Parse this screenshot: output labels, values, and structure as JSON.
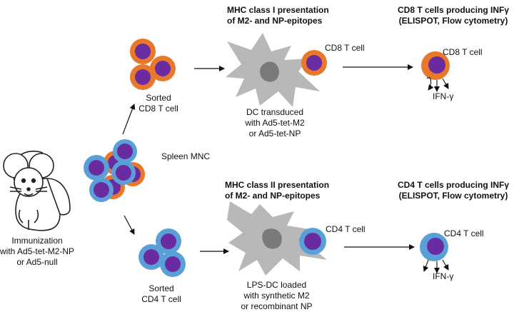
{
  "headers": {
    "mhc1": [
      "MHC class I presentation",
      "of M2- and NP-epitopes"
    ],
    "cd8_result": [
      "CD8 T cells producing INFγ",
      "(ELISPOT, Flow cytometry)"
    ],
    "mhc2": [
      "MHC class II presentation",
      "of M2- and NP-epitopes"
    ],
    "cd4_result": [
      "CD4 T cells producing INFγ",
      "(ELISPOT, Flow cytometry)"
    ]
  },
  "labels": {
    "sorted_cd8": [
      "Sorted",
      "CD8 T cell"
    ],
    "sorted_cd4": [
      "Sorted",
      "CD4 T cell"
    ],
    "spleen": "Spleen MNC",
    "immunization": [
      "Immunization",
      "with Ad5-tet-M2-NP",
      "or Ad5-null"
    ],
    "dc_cd8": "CD8 T cell",
    "dc_cd4": "CD4 T cell",
    "dc_transduced": [
      "DC transduced",
      "with Ad5-tet-M2",
      "or Ad5-tet-NP"
    ],
    "lps_dc": [
      "LPS-DC loaded",
      "with synthetic M2",
      "or recombinant NP"
    ],
    "result_cd8": "CD8 T cell",
    "result_cd4": "CD4 T cell",
    "ifn_top": "IFN-γ",
    "ifn_bottom": "IFN-γ"
  },
  "colors": {
    "cd8_membrane": "#e8782a",
    "cd8_membrane_light": "#f0a070",
    "cd4_membrane": "#5aa0d8",
    "nucleus": "#6a2aa0",
    "dc_body": "#b8b8b8",
    "dc_nucleus": "#7a7a7a"
  }
}
